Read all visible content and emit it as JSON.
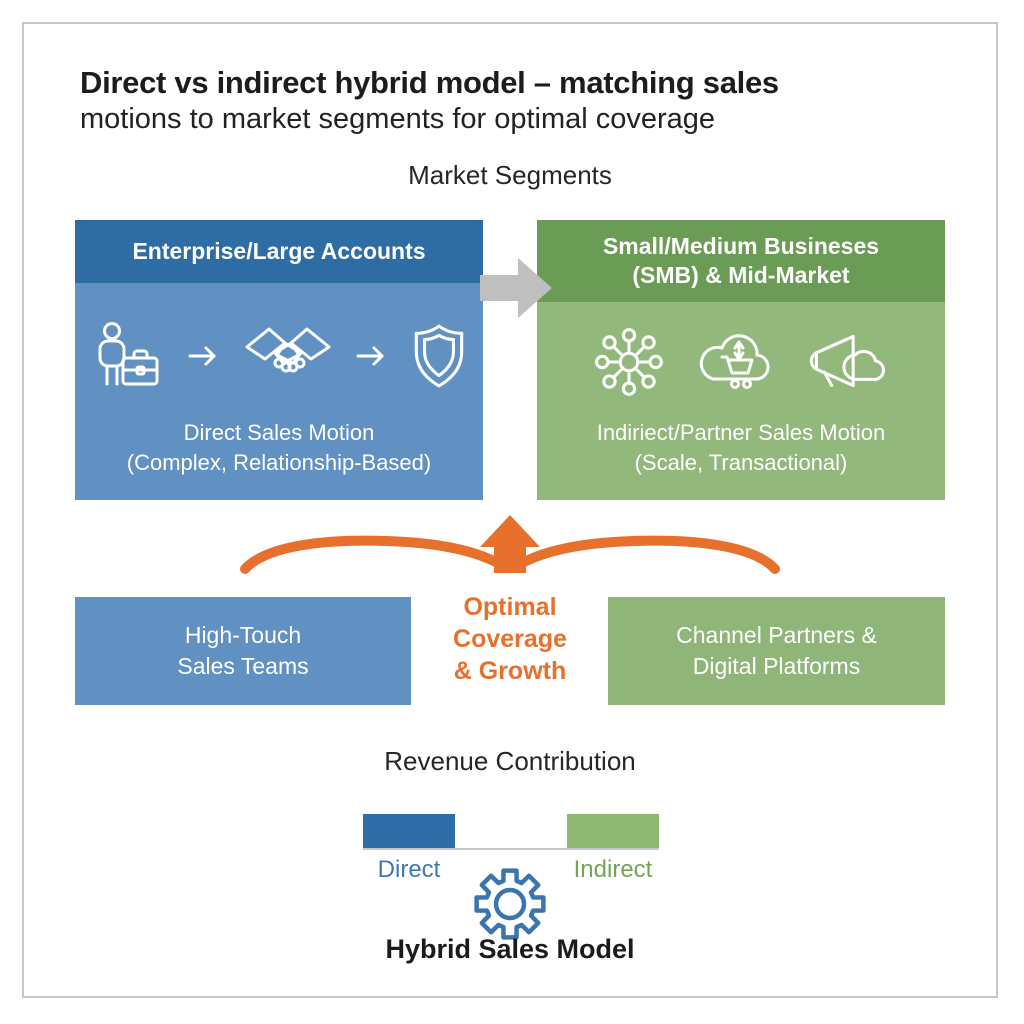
{
  "title": {
    "line1": "Direct vs indirect hybrid model – matching sales",
    "line2": "motions to market segments for optimal coverage"
  },
  "market_segments_label": "Market Segments",
  "segments": {
    "enterprise": {
      "header": "Enterprise/Large Accounts",
      "motion_line1": "Direct Sales Motion",
      "motion_line2": "(Complex, Relationship-Based)",
      "icons": [
        "salesperson-briefcase-icon",
        "arrow-right-icon",
        "handshake-icon",
        "arrow-right-icon",
        "shield-icon"
      ],
      "header_color": "#2e6da3",
      "body_color": "#6190c2"
    },
    "smb": {
      "header_line1": "Small/Medium Busineses",
      "header_line2": "(SMB) & Mid-Market",
      "motion_line1": "Indiriect/Partner Sales Motion",
      "motion_line2": "(Scale, Transactional)",
      "icons": [
        "network-hub-icon",
        "cloud-cart-icon",
        "megaphone-cloud-icon"
      ],
      "header_color": "#6a9c55",
      "body_color": "#92b87c"
    }
  },
  "flow": {
    "between_segments_arrow": "right-arrow",
    "arrow_color": "#bfbfbf",
    "optimal_line1": "Optimal",
    "optimal_line2": "Coverage",
    "optimal_line3": "& Growth",
    "optimal_color": "#e7702c"
  },
  "resources": {
    "direct": {
      "line1": "High-Touch",
      "line2": "Sales Teams",
      "color": "#6190c2"
    },
    "indirect": {
      "line1": "Channel Partners &",
      "line2": "Digital Platforms",
      "color": "#8fb678"
    }
  },
  "revenue": {
    "label": "Revenue Contribution",
    "direct_label": "Direct",
    "indirect_label": "Indirect",
    "direct_color": "#2f6da8",
    "indirect_color": "#8cb872"
  },
  "footer": {
    "label": "Hybrid Sales Model",
    "gear_color": "#3c74ae"
  }
}
